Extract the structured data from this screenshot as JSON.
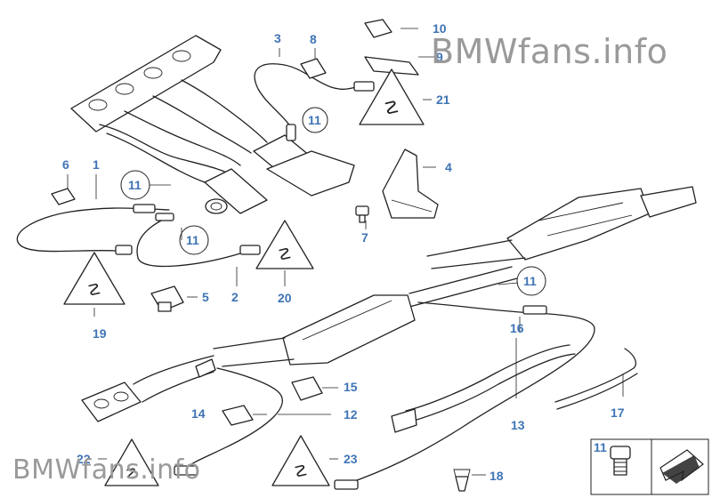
{
  "watermark": {
    "top": "BMWfans.info",
    "bottom": "BMWfans.info"
  },
  "callouts": {
    "c1": "1",
    "c2": "2",
    "c3": "3",
    "c4": "4",
    "c5": "5",
    "c6": "6",
    "c7": "7",
    "c8": "8",
    "c9": "9",
    "c10": "10",
    "c11a": "11",
    "c11b": "11",
    "c11c": "11",
    "c11d": "11",
    "c11e": "11",
    "c12": "12",
    "c13": "13",
    "c14": "14",
    "c15": "15",
    "c16": "16",
    "c17": "17",
    "c18": "18",
    "c19": "19",
    "c20": "20",
    "c21": "21",
    "c22": "22",
    "c23": "23"
  },
  "colors": {
    "callout": "#3f74b5",
    "line": "#222222",
    "watermark": "#9a9a9a"
  },
  "icons": {
    "warning": "warning-triangle-icon",
    "nav": "arrow-next-icon"
  }
}
